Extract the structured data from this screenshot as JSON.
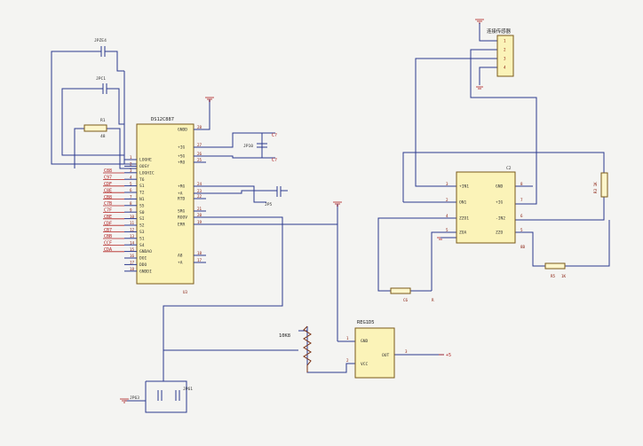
{
  "u1": {
    "title": "DS12C887",
    "designator": "U3",
    "left_pins": [
      {
        "num": "1",
        "label": "LOGHE"
      },
      {
        "num": "2",
        "label": "OOSY"
      },
      {
        "num": "3",
        "label": "LOGHIC"
      },
      {
        "num": "4",
        "label": "T6"
      },
      {
        "num": "5",
        "label": "S1"
      },
      {
        "num": "6",
        "label": "T2"
      },
      {
        "num": "7",
        "label": "N1"
      },
      {
        "num": "8",
        "label": "S5"
      },
      {
        "num": "9",
        "label": "S0"
      },
      {
        "num": "10",
        "label": "SI"
      },
      {
        "num": "11",
        "label": "S2"
      },
      {
        "num": "12",
        "label": "S3"
      },
      {
        "num": "13",
        "label": "S1"
      },
      {
        "num": "14",
        "label": "S4"
      },
      {
        "num": "15",
        "label": "GNDAO"
      },
      {
        "num": "16",
        "label": "DOI"
      },
      {
        "num": "17",
        "label": "DDO"
      },
      {
        "num": "18",
        "label": "GNDDI"
      }
    ],
    "right_pins": [
      {
        "num": "28",
        "label": "GNDD"
      },
      {
        "num": "27",
        "label": "+IG"
      },
      {
        "num": "26",
        "label": "+SG"
      },
      {
        "num": "25",
        "label": "+RO"
      },
      {
        "num": "24",
        "label": "+RG"
      },
      {
        "num": "23",
        "label": "+A"
      },
      {
        "num": "22",
        "label": "RTD"
      },
      {
        "num": "21",
        "label": "SRG"
      },
      {
        "num": "20",
        "label": "ROOV"
      },
      {
        "num": "19",
        "label": "ERR"
      },
      {
        "num": "18",
        "label": "A8"
      },
      {
        "num": "17",
        "label": "+A"
      }
    ],
    "left_net_labels": [
      "C88",
      "C97",
      "CDF",
      "C8E",
      "CB8",
      "C7B",
      "C7F",
      "CBE",
      "CDF",
      "CB7",
      "CBB",
      "CCF",
      "CDA"
    ]
  },
  "caps": {
    "top1": "JPZE4",
    "top2": "JPC1",
    "res1_top": "R1",
    "res1_bot": "48",
    "mid_right": "JP10",
    "right_top_lbl": "C?",
    "right_bot_lbl": "C?",
    "small_cap": "JP5"
  },
  "u2": {
    "title": "C2",
    "left_pins": [
      {
        "num": "3",
        "label": "+IN1"
      },
      {
        "num": "2",
        "label": "ON1"
      },
      {
        "num": "4",
        "label": "ZZO1"
      },
      {
        "num": "5",
        "label": "ZOA"
      }
    ],
    "right_pins": [
      {
        "num": "8",
        "label": "GND"
      },
      {
        "num": "7",
        "label": "+IG"
      },
      {
        "num": "6",
        "label": "-IN2"
      },
      {
        "num": "5",
        "label": "ZZO"
      }
    ],
    "bottom_num": "8B"
  },
  "connector": {
    "title": "连接传感器",
    "pins": [
      "1",
      "2",
      "3",
      "4"
    ]
  },
  "res_right_vertical": "R3 1K",
  "res_bottom_left": {
    "name": "C6",
    "tag": "R"
  },
  "res_bottom_right": {
    "name": "R5",
    "value": "1K"
  },
  "regulator": {
    "title": "REG1D5",
    "gnd": "GND",
    "in": "VCC",
    "out": "OUT",
    "pin_left_top": "1",
    "pin_left_bot": "2",
    "pin_right": "3",
    "out_net": "+5"
  },
  "pot": {
    "label": "10K8"
  },
  "bottom_caps": {
    "left": "JP63",
    "right": "JP61"
  },
  "bottom_designator": "U3"
}
